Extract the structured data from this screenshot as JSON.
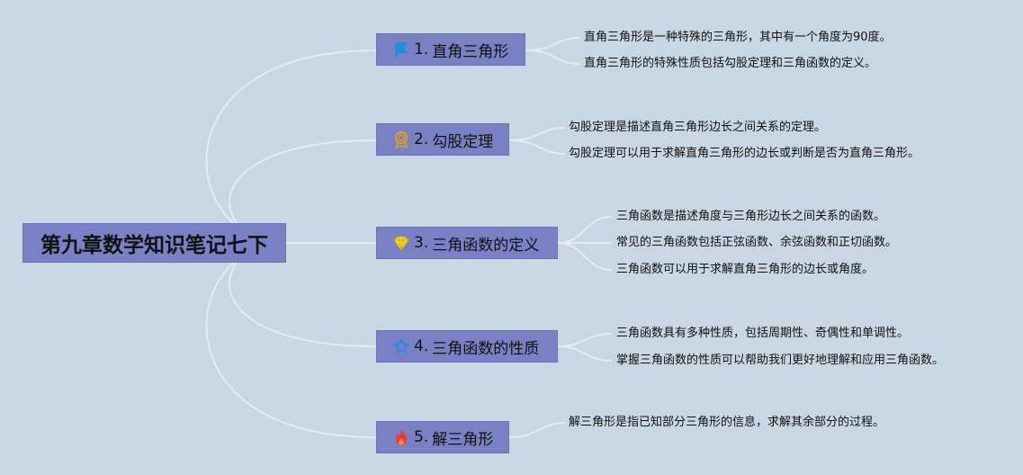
{
  "root": {
    "title": "第九章数学知识笔记七下"
  },
  "topics": [
    {
      "number": "1.",
      "title": "直角三角形",
      "icon": "blue-flag-icon",
      "notes": [
        "直角三角形是一种特殊的三角形，其中有一个角度为90度。",
        "直角三角形的特殊性质包括勾股定理和三角函数的定义。"
      ]
    },
    {
      "number": "2.",
      "title": "勾股定理",
      "icon": "medal-icon",
      "notes": [
        "勾股定理是描述直角三角形边长之间关系的定理。",
        "勾股定理可以用于求解直角三角形的边长或判断是否为直角三角形。"
      ]
    },
    {
      "number": "3.",
      "title": "三角函数的定义",
      "icon": "diamond-icon",
      "notes": [
        "三角函数是描述角度与三角形边长之间关系的函数。",
        "常见的三角函数包括正弦函数、余弦函数和正切函数。",
        "三角函数可以用于求解直角三角形的边长或角度。"
      ]
    },
    {
      "number": "4.",
      "title": "三角函数的性质",
      "icon": "star-icon",
      "notes": [
        "三角函数具有多种性质，包括周期性、奇偶性和单调性。",
        "掌握三角函数的性质可以帮助我们更好地理解和应用三角函数。"
      ]
    },
    {
      "number": "5.",
      "title": "解三角形",
      "icon": "fire-icon",
      "notes": [
        "解三角形是指已知部分三角形的信息，求解其余部分的过程。"
      ]
    }
  ],
  "colors": {
    "background": "#c9d6e3",
    "node_fill": "#7a80c4",
    "connector": "#e3e9ef"
  }
}
